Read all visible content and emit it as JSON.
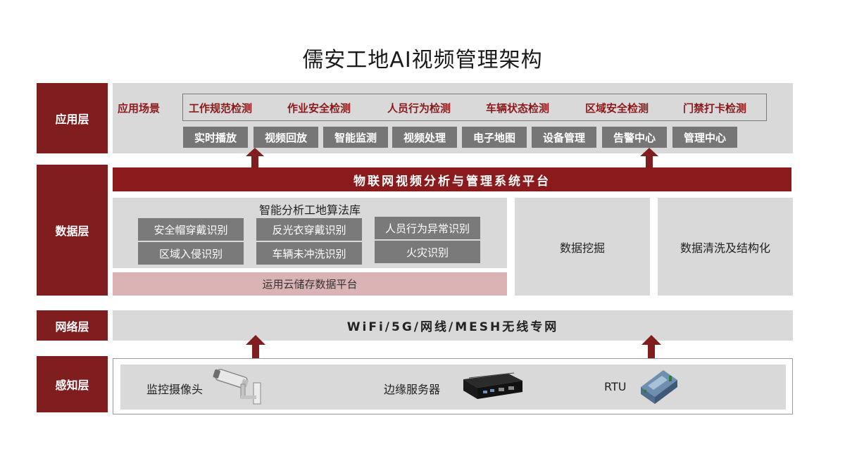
{
  "title": "儒安工地AI视频管理架构",
  "layers": {
    "application": "应用层",
    "data": "数据层",
    "network": "网络层",
    "perception": "感知层"
  },
  "application": {
    "scenario_label": "应用场景",
    "scenarios": [
      "工作规范检测",
      "作业安全检测",
      "人员行为检测",
      "车辆状态检测",
      "区域安全检测",
      "门禁打卡检测"
    ],
    "functions": [
      "实时播放",
      "视频回放",
      "智能监测",
      "视频处理",
      "电子地图",
      "设备管理",
      "告警中心",
      "管理中心"
    ]
  },
  "data": {
    "platform": "物联网视频分析与管理系统平台",
    "algo_title": "智能分析工地算法库",
    "algorithms": [
      "安全帽穿戴识别",
      "反光衣穿戴识别",
      "人员行为异常识别",
      "区域入侵识别",
      "车辆未冲洗识别",
      "火灾识别"
    ],
    "storage": "运用云储存数据平台",
    "mining": "数据挖掘",
    "cleaning": "数据清洗及结构化"
  },
  "network": {
    "text": "WiFi/5G/网线/MESH无线专网"
  },
  "perception": {
    "devices": [
      "监控摄像头",
      "边缘服务器",
      "RTU"
    ]
  },
  "colors": {
    "brand_red": "#7f1d1f",
    "panel_gray": "#d9d9d9",
    "button_gray": "#767676",
    "storage_pink": "#dbb3b5"
  },
  "icons": [
    "up-arrow-icon",
    "camera-icon",
    "edge-server-icon",
    "rtu-icon"
  ]
}
